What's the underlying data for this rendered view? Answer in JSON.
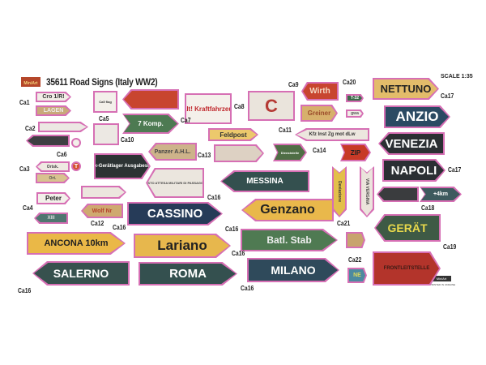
{
  "header": {
    "title": "35611 Road Signs (Italy WW2)",
    "logo": "MiniArt",
    "scale": "SCALE 1:35"
  },
  "signs": [
    {
      "text": "Cro 1/R!",
      "bg": "#f1ede6",
      "fg": "#333"
    },
    {
      "text": "LAGEN",
      "bg": "#c9a97a",
      "fg": "#eee"
    },
    {
      "text": "Ca5 flag",
      "bg": "#f3f0ea",
      "fg": "#333"
    },
    {
      "text": "",
      "bg": "#c8452f",
      "fg": "#222"
    },
    {
      "text": "!Halt! Kraftfahrzeuge",
      "bg": "#f4f0ea",
      "fg": "#c0262b"
    },
    {
      "text": "C",
      "bg": "#eae4dc",
      "fg": "#b53a35"
    },
    {
      "text": "Wirth",
      "bg": "#c8452f",
      "fg": "#f3d8c3"
    },
    {
      "text": "T-32",
      "bg": "#3d6a4a",
      "fg": "#fff"
    },
    {
      "text": "Greiner",
      "bg": "#d7b06c",
      "fg": "#9a4b2a"
    },
    {
      "text": "gwa",
      "bg": "#f0ece6",
      "fg": "#555"
    },
    {
      "text": "NETTUNO",
      "bg": "#e3bc6a",
      "fg": "#222"
    },
    {
      "text": "ANZIO",
      "bg": "#2b4a63",
      "fg": "#fff"
    },
    {
      "text": "VENEZIA",
      "bg": "#2b2f33",
      "fg": "#fff"
    },
    {
      "text": "NAPOLI",
      "bg": "#2b2f33",
      "fg": "#fff"
    },
    {
      "text": "7 Komp.",
      "bg": "#4d7a52",
      "fg": "#fff"
    },
    {
      "text": "",
      "bg": "#ece8e3",
      "fg": "#333"
    },
    {
      "text": "",
      "bg": "#3e3f42",
      "fg": "#fff"
    },
    {
      "text": "",
      "bg": "#ece8e3",
      "fg": "#c03b3b"
    },
    {
      "text": "Feldpost",
      "bg": "#ecc96c",
      "fg": "#333"
    },
    {
      "text": "Kfz Inst Zg mot dLw",
      "bg": "#ece6de",
      "fg": "#333"
    },
    {
      "text": "",
      "bg": "#f3efe9",
      "fg": "#444"
    },
    {
      "text": "T",
      "bg": "#d5532f",
      "fg": "#fff"
    },
    {
      "text": "Panzer A.H.L.",
      "bg": "#cdb38a",
      "fg": "#444"
    },
    {
      "text": "",
      "bg": "#ddd1c3",
      "fg": "#884"
    },
    {
      "text": "Dienststelle",
      "bg": "#4f6e45",
      "fg": "#fff"
    },
    {
      "text": "ZIP",
      "bg": "#c73a27",
      "fg": "#222"
    },
    {
      "text": "Flak-Gerätlager Ausgabestelle",
      "bg": "#2c3334",
      "fg": "#fff"
    },
    {
      "text": "POSTO ATTESA MILITARI DI PASSAGGIO",
      "bg": "#ebe6de",
      "fg": "#444"
    },
    {
      "text": "MESSINA",
      "bg": "#34504f",
      "fg": "#fff"
    },
    {
      "text": "Deviazione",
      "bg": "#e3bf4a",
      "fg": "#333"
    },
    {
      "text": "VIA VERGINA",
      "bg": "#ebe4dc",
      "fg": "#444"
    },
    {
      "text": "",
      "bg": "#3a3c3e",
      "fg": "#fff"
    },
    {
      "text": "+4km",
      "bg": "#3d5a5e",
      "fg": "#fff"
    },
    {
      "text": "Ortsk.",
      "bg": "#efe9e2",
      "fg": "#444"
    },
    {
      "text": "Ort.",
      "bg": "#d8c28f",
      "fg": "#555"
    },
    {
      "text": "",
      "bg": "#ece6de",
      "fg": "#c03b3b"
    },
    {
      "text": "Peter",
      "bg": "#f3f0ea",
      "fg": "#222"
    },
    {
      "text": "XIII",
      "bg": "#4f7670",
      "fg": "#ddd"
    },
    {
      "text": "Wolf Nr",
      "bg": "#cfa970",
      "fg": "#b5402c"
    },
    {
      "text": "CASSINO",
      "bg": "#263b58",
      "fg": "#fff"
    },
    {
      "text": "Genzano",
      "bg": "#e9b84b",
      "fg": "#222"
    },
    {
      "text": "GERÄT",
      "bg": "#3e5a45",
      "fg": "#e9d94b"
    },
    {
      "text": "ANCONA 10km",
      "bg": "#eab847",
      "fg": "#222"
    },
    {
      "text": "Lariano",
      "bg": "#e7b74d",
      "fg": "#222"
    },
    {
      "text": "Batl. Stab",
      "bg": "#4f7a52",
      "fg": "#eee"
    },
    {
      "text": "",
      "bg": "#c8a46e",
      "fg": "#555"
    },
    {
      "text": "SALERNO",
      "bg": "#37514e",
      "fg": "#fff"
    },
    {
      "text": "ROMA",
      "bg": "#34504f",
      "fg": "#fff"
    },
    {
      "text": "MILANO",
      "bg": "#2f4a5b",
      "fg": "#fff"
    },
    {
      "text": "NE",
      "bg": "#4d8aa0",
      "fg": "#e0d85a"
    },
    {
      "text": "FRONTLEITSTELLE",
      "bg": "#b3342b",
      "fg": "#3a1a14"
    }
  ],
  "labels": [
    "Ca1",
    "Ca5",
    "Ca7",
    "Ca8",
    "Ca9",
    "Ca20",
    "Ca17",
    "Ca2",
    "Ca10",
    "Ca11",
    "Ca14",
    "Ca13",
    "Ca6",
    "Ca3",
    "Ca16",
    "Ca17",
    "Ca4",
    "Ca12",
    "Ca16",
    "Ca16",
    "Ca18",
    "Ca21",
    "Ca16",
    "Ca22",
    "Ca19",
    "Ca16",
    "Ca16"
  ],
  "footer": {
    "stamp": "MiniArt",
    "printed": "PRINTED IN UKRAINE"
  }
}
